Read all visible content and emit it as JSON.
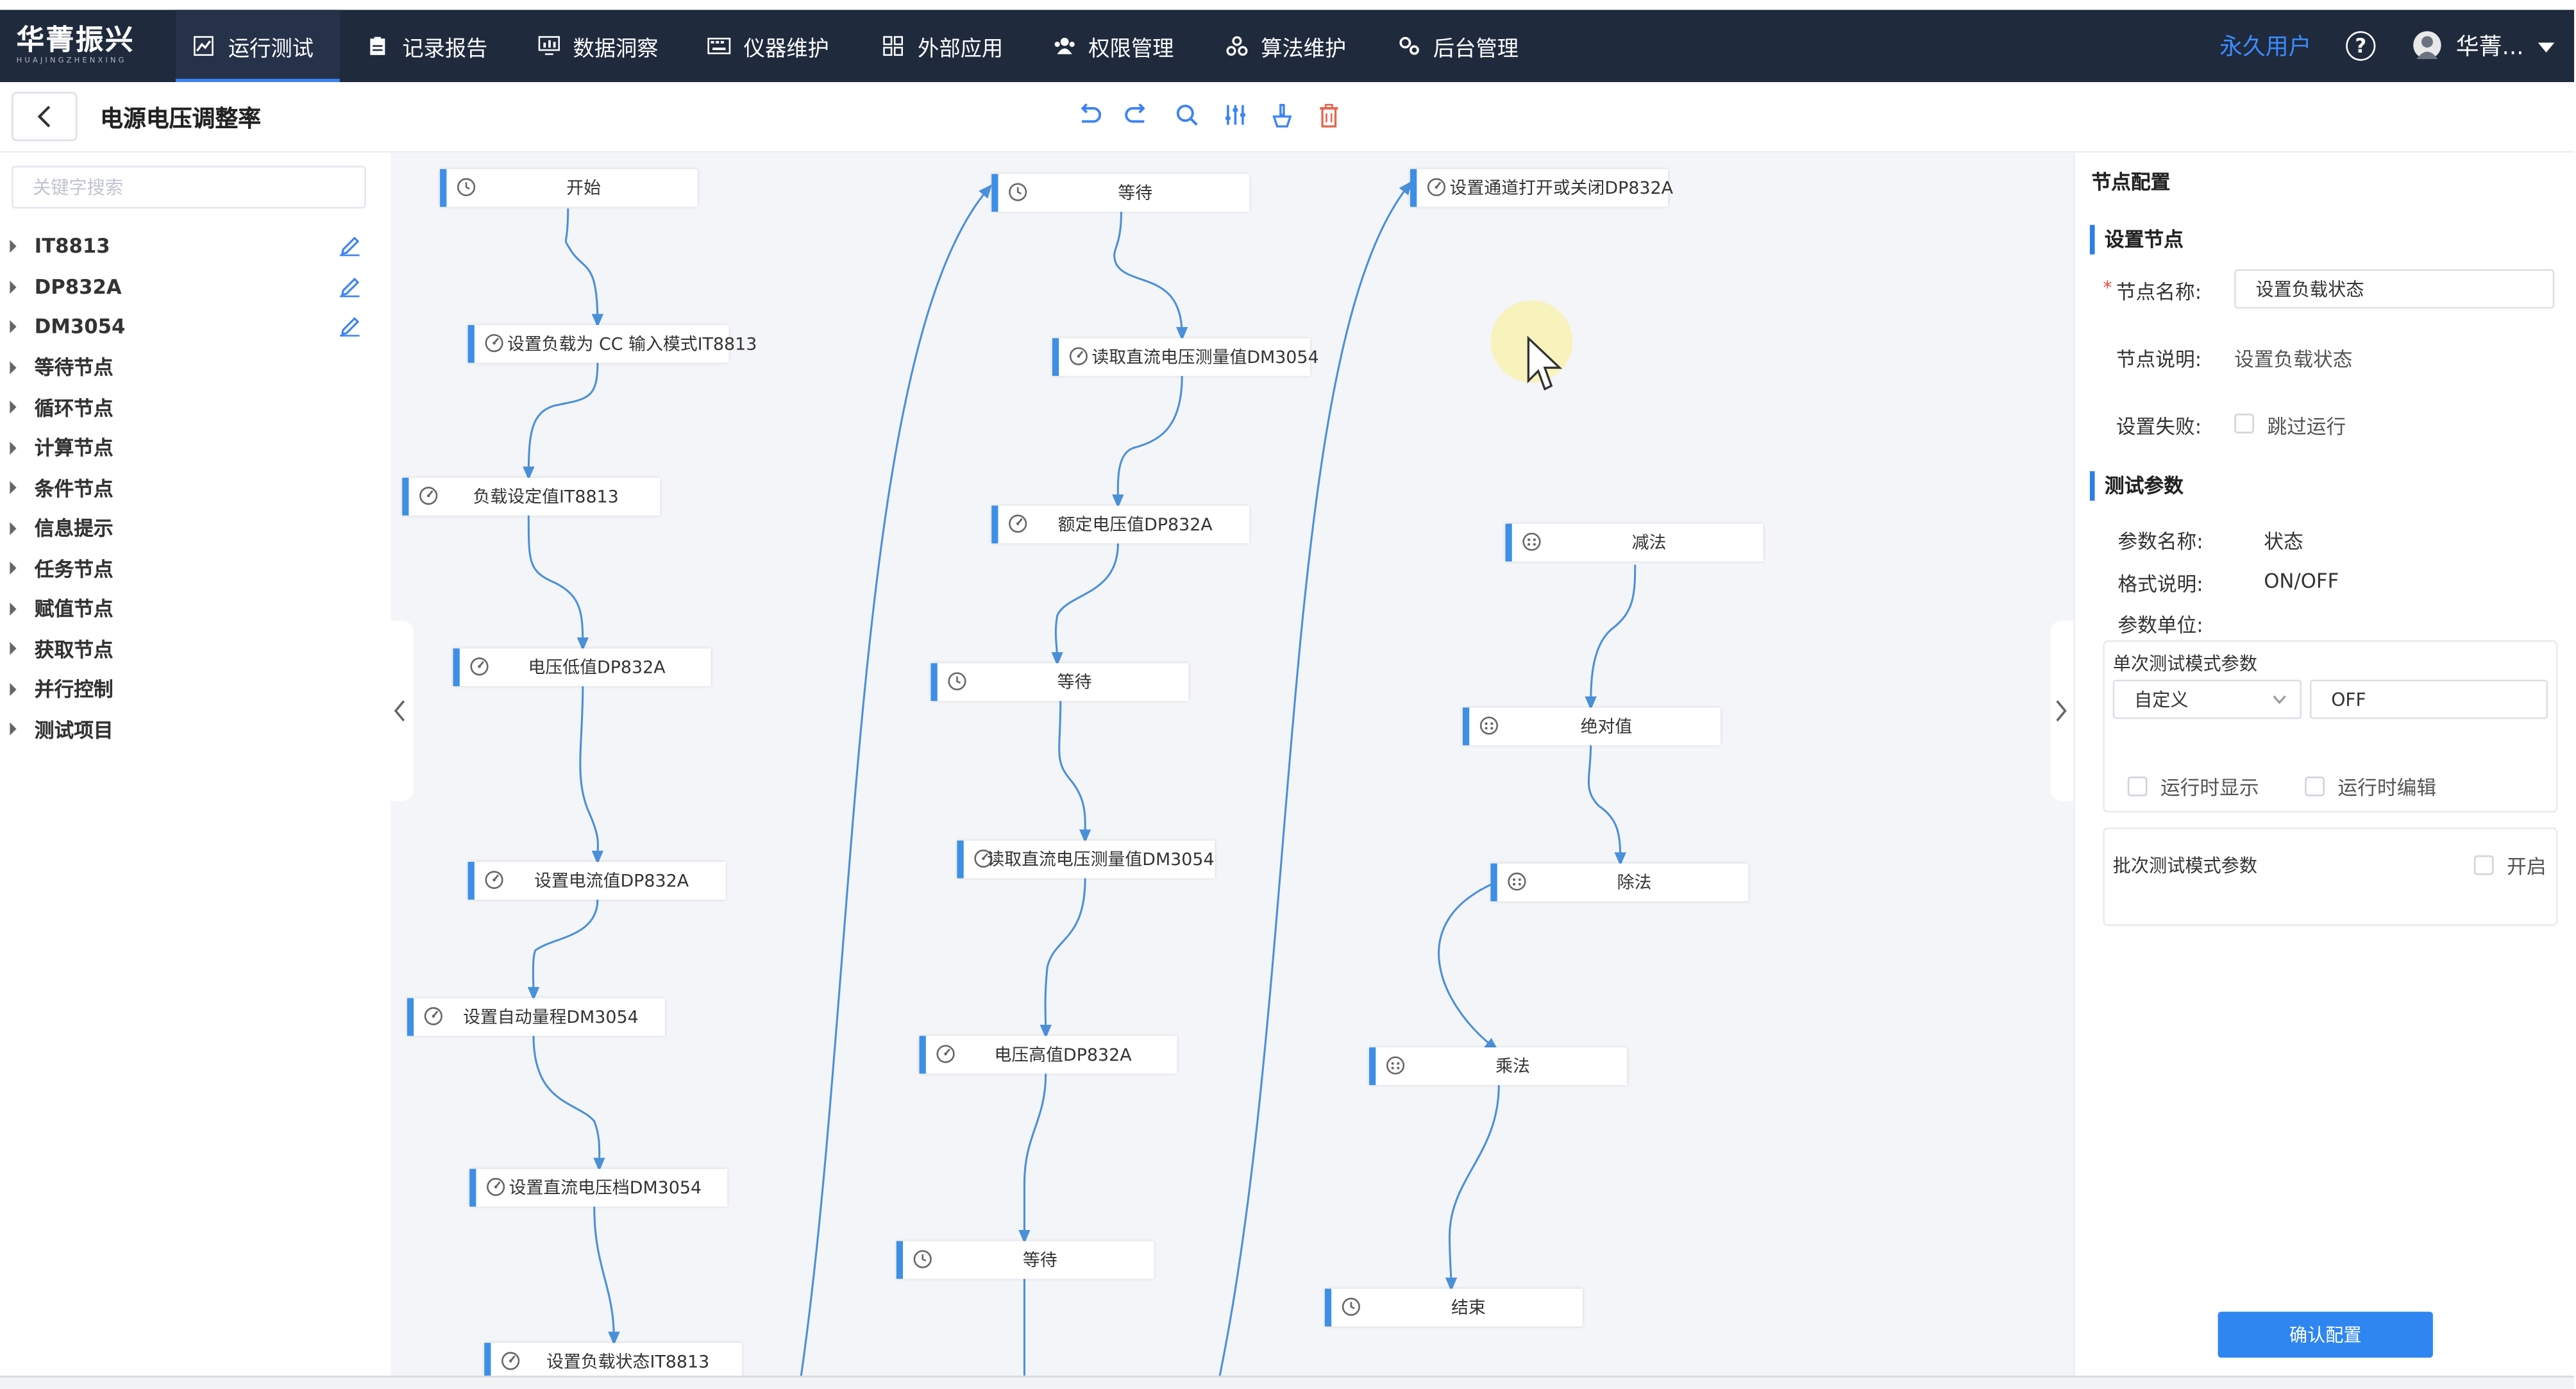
{
  "app": {
    "logo_cn": "华菁振兴",
    "logo_en": "HUAJINGZHENXING",
    "nav": [
      {
        "label": "运行测试",
        "icon": "chart-icon",
        "active": true
      },
      {
        "label": "记录报告",
        "icon": "clipboard-icon"
      },
      {
        "label": "数据洞察",
        "icon": "monitor-chart-icon"
      },
      {
        "label": "仪器维护",
        "icon": "keyboard-icon"
      },
      {
        "label": "外部应用",
        "icon": "grid-icon"
      },
      {
        "label": "权限管理",
        "icon": "users-icon"
      },
      {
        "label": "算法维护",
        "icon": "algorithm-icon"
      },
      {
        "label": "后台管理",
        "icon": "settings-icon"
      }
    ],
    "user_type": "永久用户",
    "help_glyph": "?",
    "user_name": "华菁..."
  },
  "page": {
    "title": "电源电压调整率"
  },
  "sidebar": {
    "search_placeholder": "关键字搜索",
    "items": [
      {
        "label": "IT8813",
        "editable": true
      },
      {
        "label": "DP832A",
        "editable": true
      },
      {
        "label": "DM3054",
        "editable": true
      },
      {
        "label": "等待节点"
      },
      {
        "label": "循环节点"
      },
      {
        "label": "计算节点"
      },
      {
        "label": "条件节点"
      },
      {
        "label": "信息提示"
      },
      {
        "label": "任务节点"
      },
      {
        "label": "赋值节点"
      },
      {
        "label": "获取节点"
      },
      {
        "label": "并行控制"
      },
      {
        "label": "测试项目"
      }
    ]
  },
  "flow": {
    "nodes": [
      {
        "label": "开始",
        "icon": "clock-icon"
      },
      {
        "label": "设置负载为 CC 输入模式IT8813",
        "icon": "gauge-icon"
      },
      {
        "label": "负载设定值IT8813",
        "icon": "gauge-icon"
      },
      {
        "label": "电压低值DP832A",
        "icon": "gauge-icon"
      },
      {
        "label": "设置电流值DP832A",
        "icon": "gauge-icon"
      },
      {
        "label": "设置自动量程DM3054",
        "icon": "gauge-icon"
      },
      {
        "label": "设置直流电压档DM3054",
        "icon": "gauge-icon"
      },
      {
        "label": "设置负载状态IT8813",
        "icon": "gauge-icon"
      },
      {
        "label": "等待",
        "icon": "clock-icon"
      },
      {
        "label": "读取直流电压测量值DM3054",
        "icon": "gauge-icon"
      },
      {
        "label": "额定电压值DP832A",
        "icon": "gauge-icon"
      },
      {
        "label": "等待",
        "icon": "clock-icon"
      },
      {
        "label": "读取直流电压测量值DM3054",
        "icon": "gauge-icon"
      },
      {
        "label": "电压高值DP832A",
        "icon": "gauge-icon"
      },
      {
        "label": "等待",
        "icon": "clock-icon"
      },
      {
        "label": "设置通道打开或关闭DP832A",
        "icon": "gauge-icon"
      },
      {
        "label": "减法",
        "icon": "calc-icon"
      },
      {
        "label": "绝对值",
        "icon": "calc-icon"
      },
      {
        "label": "除法",
        "icon": "calc-icon"
      },
      {
        "label": "乘法",
        "icon": "calc-icon"
      },
      {
        "label": "结束",
        "icon": "clock-icon"
      }
    ]
  },
  "config": {
    "panel_title": "节点配置",
    "section_node": "设置节点",
    "name_label": "节点名称:",
    "name_value": "设置负载状态",
    "desc_label": "节点说明:",
    "desc_value": "设置负载状态",
    "fail_label": "设置失败:",
    "fail_option": "跳过运行",
    "section_params": "测试参数",
    "param_name_label": "参数名称:",
    "param_name_value": "状态",
    "format_label": "格式说明:",
    "format_value": "ON/OFF",
    "unit_label": "参数单位:",
    "single_mode_title": "单次测试模式参数",
    "single_mode_select": "自定义",
    "single_mode_value": "OFF",
    "show_runtime": "运行时显示",
    "edit_runtime": "运行时编辑",
    "batch_mode_title": "批次测试模式参数",
    "batch_enable": "开启",
    "confirm_button": "确认配置"
  },
  "colors": {
    "topbar": "#1f2a3d",
    "accent": "#2f86f0",
    "node_border": "#3d8fe6",
    "edge": "#4a90d9"
  }
}
